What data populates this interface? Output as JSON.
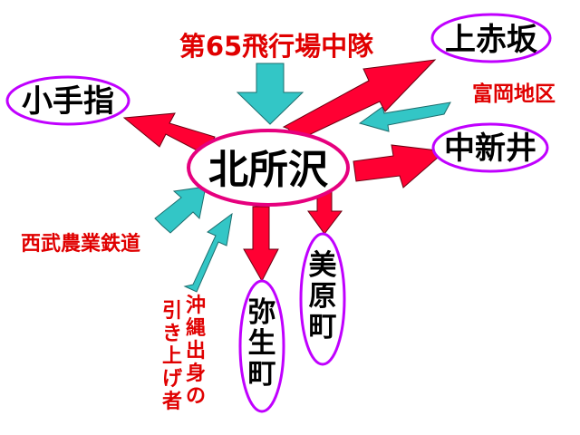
{
  "center": {
    "label": "北所沢"
  },
  "destinations": {
    "kamiakasaka": "上赤坂",
    "kotesashi": "小手指",
    "nakaarai": "中新井",
    "yayoicho": [
      "弥",
      "生",
      "町"
    ],
    "miharacho": [
      "美",
      "原",
      "町"
    ]
  },
  "origins": {
    "airfield_unit": "第65飛行場中隊",
    "tomioka": "富岡地区",
    "seibu": "西武農業鉄道",
    "okinawa_col1": [
      "沖",
      "縄",
      "出",
      "身",
      "の"
    ],
    "okinawa_col2": [
      "引",
      "き",
      "上",
      "げ",
      "者"
    ]
  },
  "colors": {
    "outflow_arrow": "#ff0033",
    "inflow_arrow": "#33c6c6",
    "center_outline": "#e6007e",
    "node_outline": "#c000ff",
    "origin_text": "#e00000"
  }
}
